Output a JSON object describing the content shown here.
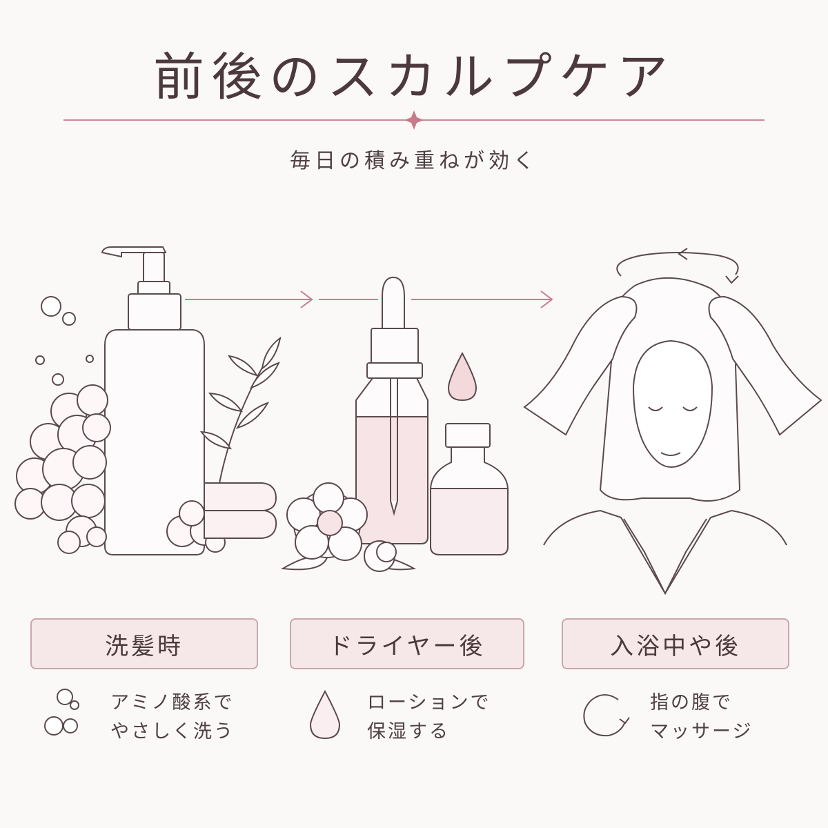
{
  "title": "前後のスカルプケア",
  "subtitle": "毎日の積み重ねが効く",
  "steps": [
    {
      "label": "洗髪時",
      "tip_line1": "アミノ酸系で",
      "tip_line2": "やさしく洗う",
      "icon": "bubbles-icon"
    },
    {
      "label": "ドライヤー後",
      "tip_line1": "ローションで",
      "tip_line2": "保湿する",
      "icon": "droplet-icon"
    },
    {
      "label": "入浴中や後",
      "tip_line1": "指の腹で",
      "tip_line2": "マッサージ",
      "icon": "circular-arrow-icon"
    }
  ],
  "colors": {
    "accent": "#c77a8a",
    "line": "#5a4a4d",
    "box_fill": "#f6e7e9",
    "box_border": "#c9a7ad",
    "background": "#fbf8f8"
  }
}
